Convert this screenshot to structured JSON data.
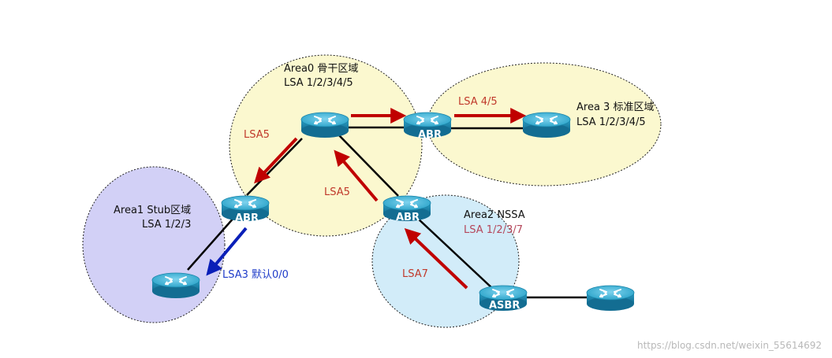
{
  "areas": {
    "area0": {
      "title": "Area0 骨干区域",
      "lsa": "LSA 1/2/3/4/5"
    },
    "area3": {
      "title": "Area 3  标准区域",
      "lsa": "LSA 1/2/3/4/5"
    },
    "area1": {
      "title": "Area1 Stub区域",
      "lsa": "LSA 1/2/3"
    },
    "area2": {
      "title": "Area2 NSSA",
      "lsa": "LSA 1/2/3/7"
    }
  },
  "router_badges": {
    "abr_area3": "ABR",
    "abr_area1": "ABR",
    "abr_area2": "ABR",
    "asbr": "ASBR"
  },
  "arrow_labels": {
    "lsa45": "LSA 4/5",
    "lsa5_left": "LSA5",
    "lsa5_mid": "LSA5",
    "lsa7": "LSA7",
    "lsa3_default": "LSA3 默认0/0"
  },
  "watermark": "https://blog.csdn.net/weixin_55614692",
  "colors": {
    "area0_fill": "#fbf8cf",
    "area3_fill": "#fbf8cf",
    "area1_fill": "#d2d0f6",
    "area2_fill": "#d2ecf9",
    "arrow_red": "#c00000",
    "arrow_blue": "#0a1fb8",
    "router_body": "#2aa3c9"
  }
}
